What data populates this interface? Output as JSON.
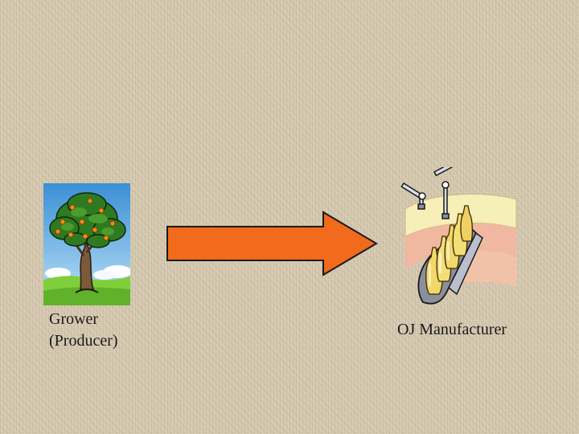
{
  "nodes": {
    "grower": {
      "line1": "Grower",
      "line2": "(Producer)",
      "icon": "orange-tree-icon"
    },
    "manufacturer": {
      "label": "OJ Manufacturer",
      "icon": "bottling-factory-icon"
    }
  },
  "edges": [
    {
      "from": "grower",
      "to": "manufacturer",
      "color": "#f26a1b"
    }
  ],
  "colors": {
    "background": "#d6c9b0",
    "arrow_fill": "#f26a1b",
    "text": "#1a1a1a"
  }
}
